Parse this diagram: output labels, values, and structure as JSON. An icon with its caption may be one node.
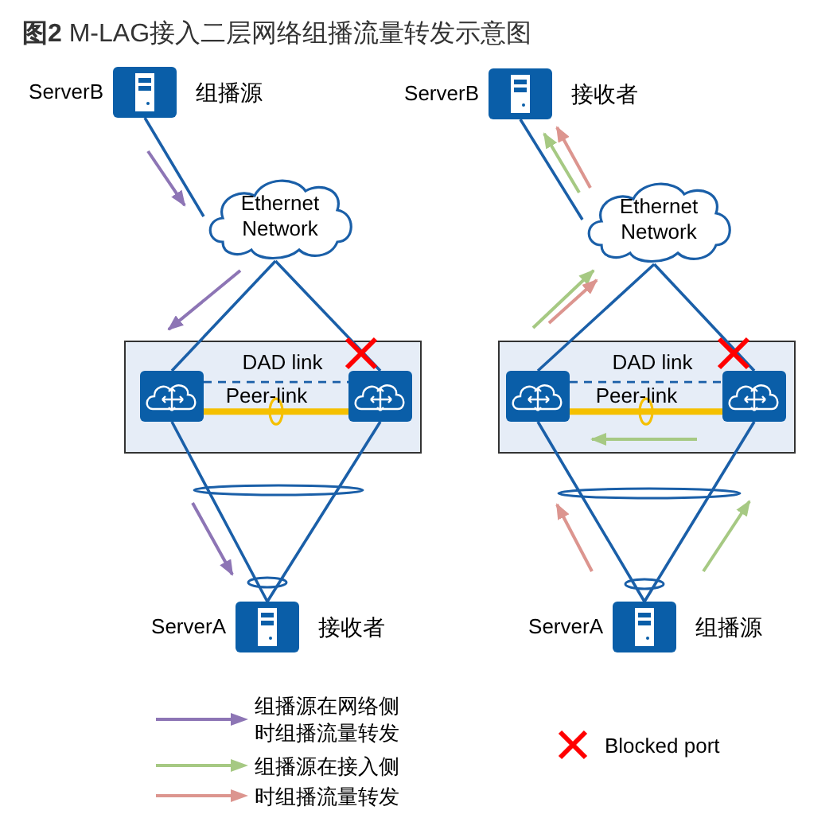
{
  "diagram": {
    "title": "**图2** M-LAG接入二层网络组播流量转发示意图",
    "nodes": [
      {
        "text": [
          "ServerB"
        ],
        "beside": [
          "组播源"
        ]
      },
      {
        "text": [
          "Ethernet Network"
        ]
      },
      {
        "text": [],
        "shape": "box"
      },
      {
        "text": [],
        "shape": "box",
        "in": 2
      },
      {
        "text": [],
        "shape": "box",
        "in": 2
      },
      {
        "text": [
          "ServerA"
        ],
        "beside": [
          "接收者"
        ]
      },
      {
        "text": [
          "ServerB"
        ],
        "beside": [
          "接收者"
        ]
      },
      {
        "text": [
          "Ethernet Network"
        ]
      },
      {
        "text": [],
        "shape": "box"
      },
      {
        "text": [],
        "shape": "box",
        "in": 8
      },
      {
        "text": [],
        "shape": "box",
        "in": 8
      },
      {
        "text": [
          "ServerA"
        ],
        "beside": [
          "组播源"
        ]
      }
    ],
    "edges": [
      {
        "from": 0,
        "to": 1,
        "arrow": "none"
      },
      {
        "from": 1,
        "to": 3,
        "arrow": "none"
      },
      {
        "from": 1,
        "to": 4,
        "arrow": "none"
      },
      {
        "from": 3,
        "to": 4,
        "arrow": "none",
        "label": "DAD link",
        "style": "dashed"
      },
      {
        "from": 3,
        "to": 4,
        "arrow": "none",
        "label": "Peer-link",
        "style": "thick",
        "color": "#f5c000"
      },
      {
        "from": 3,
        "to": 5,
        "arrow": "none"
      },
      {
        "from": 4,
        "to": 5,
        "arrow": "none"
      },
      {
        "from": 6,
        "to": 7,
        "arrow": "none"
      },
      {
        "from": 7,
        "to": 9,
        "arrow": "none"
      },
      {
        "from": 7,
        "to": 10,
        "arrow": "none"
      },
      {
        "from": 9,
        "to": 10,
        "arrow": "none",
        "label": "DAD link",
        "style": "dashed"
      },
      {
        "from": 9,
        "to": 10,
        "arrow": "none",
        "label": "Peer-link",
        "style": "thick",
        "color": "#f5c000"
      },
      {
        "from": 9,
        "to": 11,
        "arrow": "none"
      },
      {
        "from": 10,
        "to": 11,
        "arrow": "none"
      }
    ],
    "legend": [
      {
        "text": "组播源在网络侧时组播流量转发",
        "color": "#8d75b5"
      },
      {
        "text": "组播源在接入侧",
        "color": "#a6c983"
      },
      {
        "text": "时组播流量转发",
        "color": "#dc958f"
      },
      {
        "text": "Blocked port"
      }
    ]
  }
}
